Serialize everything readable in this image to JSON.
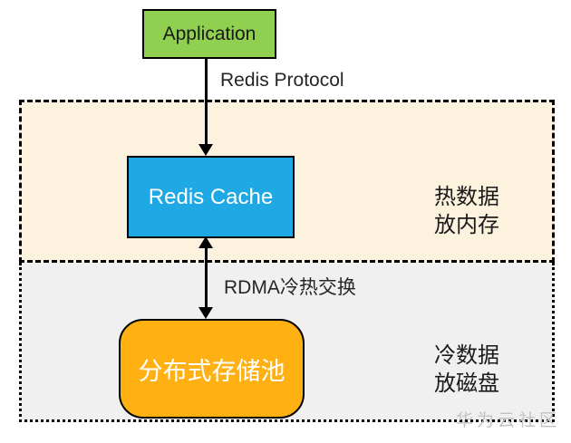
{
  "application_box": {
    "label": "Application"
  },
  "edges": {
    "redis_protocol_label": "Redis Protocol",
    "rdma_label": "RDMA冷热交换"
  },
  "hot_zone": {
    "redis_cache_label": "Redis Cache",
    "annotation": {
      "line1": "热数据",
      "line2": "放内存"
    }
  },
  "cold_zone": {
    "storage_pool_label": "分布式存储池",
    "annotation": {
      "line1": "冷数据",
      "line2": "放磁盘"
    }
  },
  "watermark": "华为云社区",
  "colors": {
    "application_fill": "#90D050",
    "redis_cache_fill": "#1FA9E4",
    "storage_pool_fill": "#FFB013",
    "hot_zone_fill": "#FDF2DE",
    "cold_zone_fill": "#F0F0F0",
    "arrow_color": "#000000",
    "watermark_color": "#C3C3C3"
  }
}
